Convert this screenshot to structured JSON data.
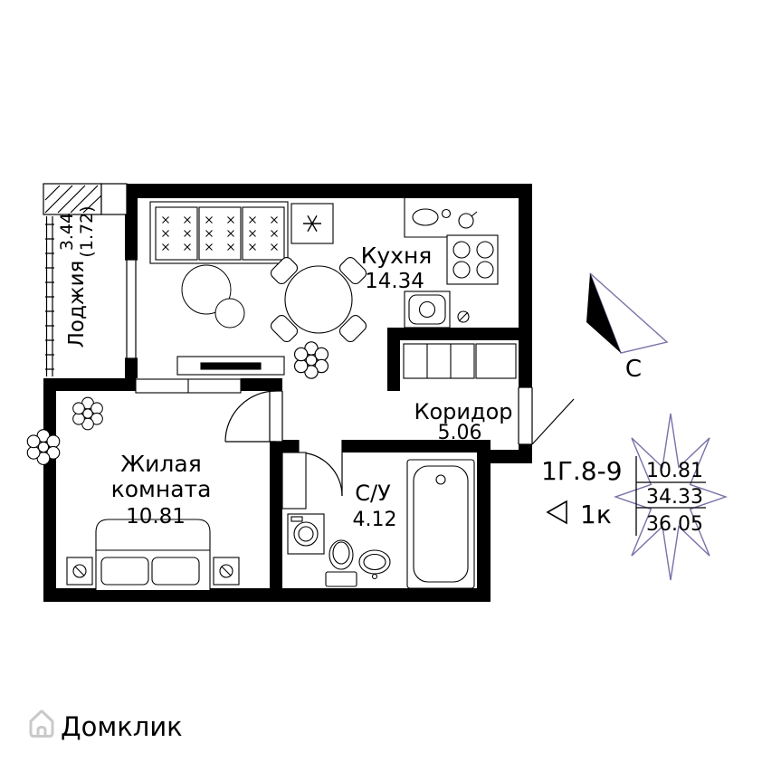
{
  "floorplan": {
    "unit": {
      "label": "1Г.8-9",
      "type": "1к"
    },
    "compass": {
      "north": "С"
    },
    "rooms": [
      {
        "id": "loggia",
        "name": "Лоджия",
        "area": "3.44",
        "area_secondary": "(1.72)"
      },
      {
        "id": "kitchen",
        "name": "Кухня",
        "area": "14.34"
      },
      {
        "id": "corridor",
        "name": "Коридор",
        "area": "5.06"
      },
      {
        "id": "living-room",
        "name": "Жилая комната",
        "name_line1": "Жилая",
        "name_line2": "комната",
        "area": "10.81"
      },
      {
        "id": "bathroom",
        "name": "С/У",
        "area": "4.12"
      }
    ],
    "area_summary": {
      "living": "10.81",
      "apartment": "34.33",
      "total": "36.05"
    }
  },
  "watermark": {
    "brand": "Домклик"
  },
  "colors": {
    "accent": "#7d6fa8",
    "watermark": "#c9c9c9",
    "ink": "#000000"
  }
}
